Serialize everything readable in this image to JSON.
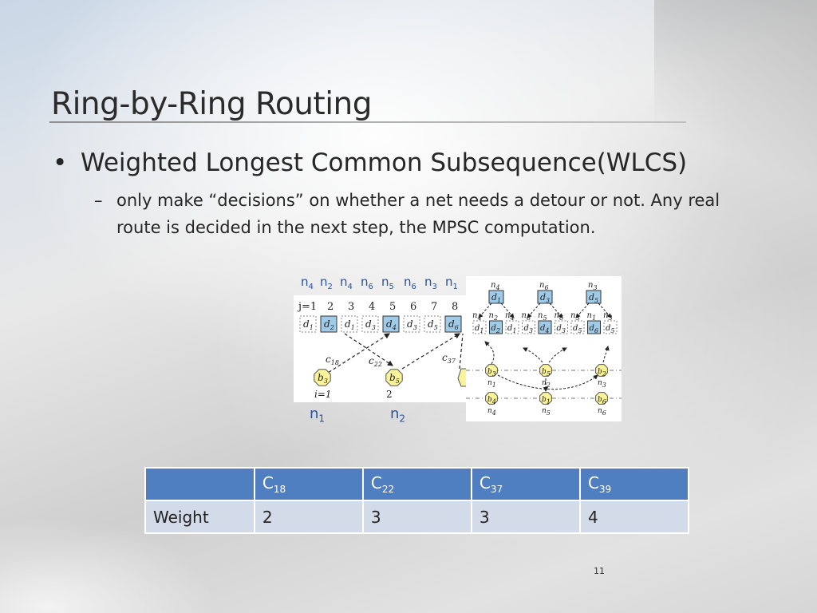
{
  "slide": {
    "title": "Ring-by-Ring Routing",
    "bullet": "Weighted Longest Common Subsequence(WLCS)",
    "bullet_marker": "•",
    "sub_dash": "–",
    "sub_bullet": "only make “decisions” on whether a net needs a detour or not. Any real route is decided in the next step, the MPSC computation.",
    "page_number": "11"
  },
  "figure": {
    "top_nets": [
      {
        "base": "n",
        "sub": "4"
      },
      {
        "base": "n",
        "sub": "2"
      },
      {
        "base": "n",
        "sub": "4"
      },
      {
        "base": "n",
        "sub": "6"
      },
      {
        "base": "n",
        "sub": "5"
      },
      {
        "base": "n",
        "sub": "6"
      },
      {
        "base": "n",
        "sub": "3"
      },
      {
        "base": "n",
        "sub": "1"
      }
    ],
    "bottom_nets": [
      {
        "base": "n",
        "sub": "1"
      },
      {
        "base": "n",
        "sub": "2"
      }
    ],
    "left_panel": {
      "j_label": "j=1",
      "columns": [
        "2",
        "3",
        "4",
        "5",
        "6",
        "7",
        "8"
      ],
      "cells": [
        {
          "d": "d",
          "sub": "1",
          "hl": false
        },
        {
          "d": "d",
          "sub": "2",
          "hl": true
        },
        {
          "d": "d",
          "sub": "1",
          "hl": false
        },
        {
          "d": "d",
          "sub": "3",
          "hl": false
        },
        {
          "d": "d",
          "sub": "4",
          "hl": true
        },
        {
          "d": "d",
          "sub": "3",
          "hl": false
        },
        {
          "d": "d",
          "sub": "5",
          "hl": false
        },
        {
          "d": "d",
          "sub": "6",
          "hl": true
        }
      ],
      "edges": [
        {
          "label": "c",
          "sub": "18"
        },
        {
          "label": "c",
          "sub": "22"
        },
        {
          "label": "c",
          "sub": "37"
        }
      ],
      "rings": [
        {
          "label": "b",
          "sub": "3",
          "idx": "i=1"
        },
        {
          "label": "b",
          "sub": "5",
          "idx": "2"
        }
      ]
    },
    "right_panel": {
      "top_nets": [
        {
          "n": "n",
          "sub": "4"
        },
        {
          "n": "n",
          "sub": "6"
        },
        {
          "n": "n",
          "sub": "3"
        }
      ],
      "top_ds": [
        {
          "d": "d",
          "sub": "1"
        },
        {
          "d": "d",
          "sub": "3"
        },
        {
          "d": "d",
          "sub": "5"
        }
      ],
      "mid_nets": [
        "4",
        "2",
        "4",
        "6",
        "5",
        "6",
        "3",
        "1",
        "3"
      ],
      "mid_ds": [
        {
          "sub": "1",
          "hl": false
        },
        {
          "sub": "2",
          "hl": true
        },
        {
          "sub": "1",
          "hl": false
        },
        {
          "sub": "3",
          "hl": false
        },
        {
          "sub": "4",
          "hl": true
        },
        {
          "sub": "3",
          "hl": false
        },
        {
          "sub": "5",
          "hl": false
        },
        {
          "sub": "6",
          "hl": true
        },
        {
          "sub": "5",
          "hl": false
        }
      ],
      "row1": [
        {
          "b": "3",
          "n": "1"
        },
        {
          "b": "5",
          "n": "2"
        },
        {
          "b": "2",
          "n": "3"
        }
      ],
      "row2": [
        {
          "b": "4",
          "n": "4"
        },
        {
          "b": "1",
          "n": "5"
        },
        {
          "b": "6",
          "n": "6"
        }
      ]
    }
  },
  "table": {
    "headers": [
      {
        "base": "",
        "sub": ""
      },
      {
        "base": "C",
        "sub": "18"
      },
      {
        "base": "C",
        "sub": "22"
      },
      {
        "base": "C",
        "sub": "37"
      },
      {
        "base": "C",
        "sub": "39"
      }
    ],
    "row_label": "Weight",
    "values": [
      "2",
      "3",
      "3",
      "4"
    ]
  }
}
